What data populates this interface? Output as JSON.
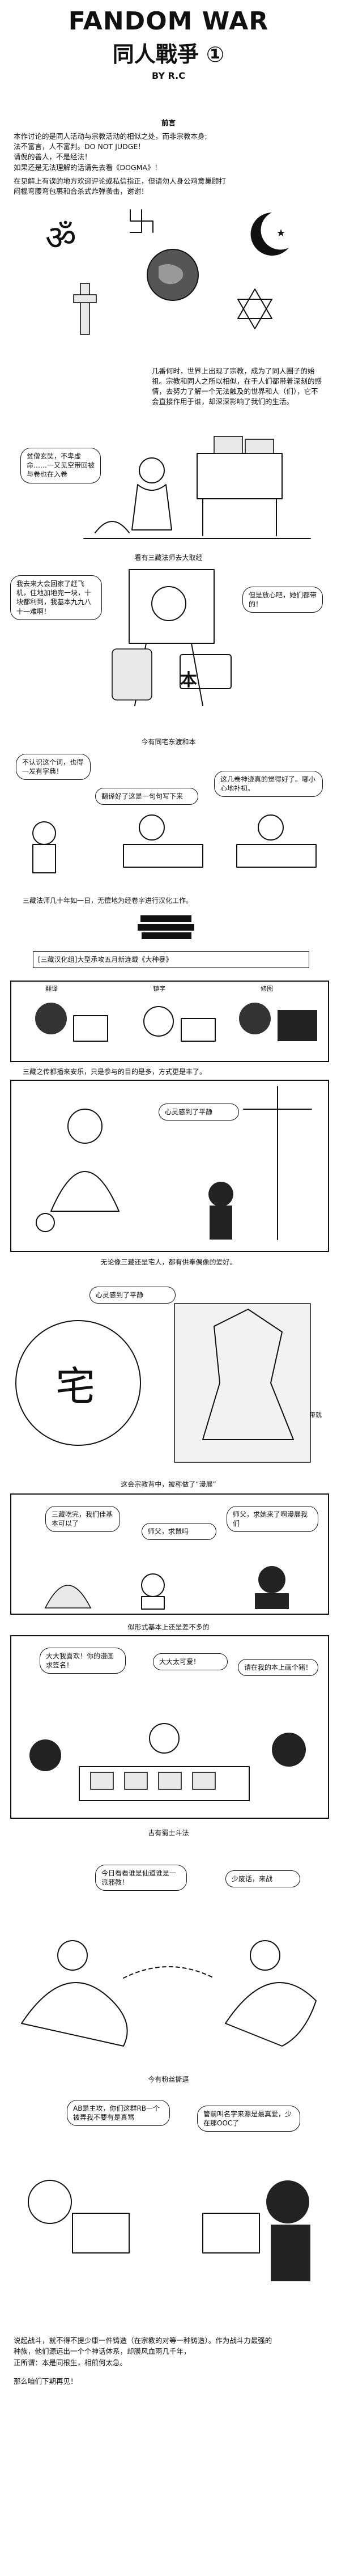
{
  "header": {
    "title_en": "FANDOM WAR",
    "title_cn": "同人戰爭 ①",
    "author": "BY R.C"
  },
  "preface": {
    "heading": "前言",
    "line1": "本作讨论的是同人活动与宗教活动的相似之处，而非宗教本身;",
    "line2": "法不富言，人不富判。DO NOT JUDGE！",
    "line3": "请倪的善人，不是经法！",
    "line4": "如果还是无法理解的话请先去看《DOGMA》！",
    "line5": "在见解上有误的地方欢迎评论或私信指正，但请勿人身公鸡意巢顾打",
    "line6": "闷棍弯腰弯包裹和合杀式炸弹袭击，谢谢！"
  },
  "symbols": {
    "label": "religious-symbols"
  },
  "panel_intro": {
    "text": "几番何时，世界上出现了宗教，成为了同人圈子的始祖。宗教和同人之所以相似，在于人们都带着深刻的感情，去努力了解一个无法触及的世界和人（们），它不会直接作用于谁，却深深影响了我们的生活。",
    "speech": "贫僧玄奘，不卑虚命……一又见空带回被与卷也在入卷"
  },
  "caption_tripitaka": "看有三藏法师去大取经",
  "panel_carry": {
    "speech_left": "我去来大会回家了赶飞机，住地加地完一块，十块都利到，我基本九九八十一难啊！",
    "speech_right": "但是放心吧，她们都带的！",
    "bag_label": "本"
  },
  "caption_translate_head": "今有同宅东渡和本",
  "panel_translate": {
    "speech_left": "不认识这个词，也得一发有字典！",
    "speech_mid": "翻译好了这是一句句写下来",
    "speech_right": "这几卷神迹真的觉得好了。哪小心地补初。"
  },
  "caption_translate": "三藏法师几十年如一日，无偿地为经卷字进行汉化工作。",
  "caption_xiyou": "[三藏汉化组]大型承攻五月新连载《大种暴》",
  "labels_row": [
    "翻译",
    "镇字",
    "修图"
  ],
  "caption_faith": "三藏之传都播来安乐，只是参与的目的是多，方式更是丰了。",
  "panel_faith": {
    "speech": "心灵感到了平静"
  },
  "caption_audience": "无论像三藏还是宅人，都有供奉偶像的爱好。",
  "panel_audience": {
    "speech": "心灵感到了平静",
    "small": "对于我说，像了就带就会上要你你得到了"
  },
  "caption_manga": "这会宗教背中，被称做了“漫展”",
  "panel_manga": {
    "speech_left": "三藏吃完，我们佳基本可以了",
    "speech_mid": "师父，求鼠吗",
    "speech_right": "师父，求她来了啊漫展我们"
  },
  "caption_market": "似形式基本上还是差不多的",
  "panel_market": {
    "speech_left": "大大我喜欢！你的漫画求签名！",
    "speech_mid": "大大太可爱！",
    "speech_right": "请在我的本上画个猪！"
  },
  "caption_duel": "古有蜀士斗法",
  "panel_duel": {
    "speech_left": "今日看看谁是仙道谁是一派邪教！",
    "speech_right": "少废话，来战"
  },
  "caption_modern": "今有粉丝撕逼",
  "panel_modern": {
    "speech_left": "AB是主攻，你们这群RB一个被弄我不要有是真骂",
    "speech_right": "管前叫名字来源是最真爱，少在那OOC了"
  },
  "ending": {
    "line1": "说起战斗，就不得不提少康一件铸造（在宗教的对等一种铸造）。作为战斗力最强的",
    "line2": "种族，他们源远出一个个神话体系，却膜风血雨几千年，",
    "line3": "正所谓：本是同根生，相煎何太急。",
    "line4": "那么咱们下期再见！"
  }
}
